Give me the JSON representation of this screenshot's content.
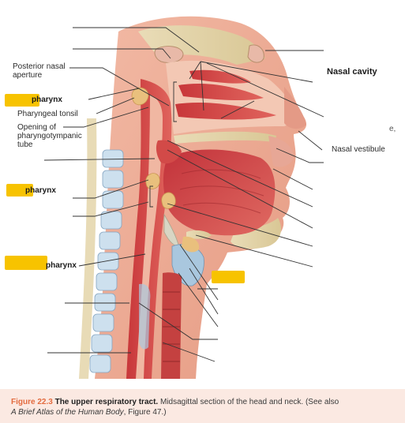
{
  "labels": {
    "posterior_nasal_aperture": "Posterior nasal\naperture",
    "pharynx_1": "pharynx",
    "pharyngeal_tonsil": "Pharyngeal tonsil",
    "opening_tube": "Opening of\npharyngotympanic\ntube",
    "pharynx_2": "pharynx",
    "pharynx_3": "pharynx",
    "nasal_cavity": "Nasal cavity",
    "nasal_vestibule": "Nasal vestibule",
    "edge_fragment": "e,"
  },
  "colors": {
    "highlight": "#f7c300",
    "caption_accent": "#e36b3f",
    "caption_bg": "#fbe9e2"
  },
  "caption": {
    "number": "Figure 22.3",
    "title": "The upper respiratory tract.",
    "text": " Midsagittal section of the head and neck. (See also",
    "italic": "A Brief Atlas of the Human Body",
    "tail": ", Figure 47.)"
  }
}
